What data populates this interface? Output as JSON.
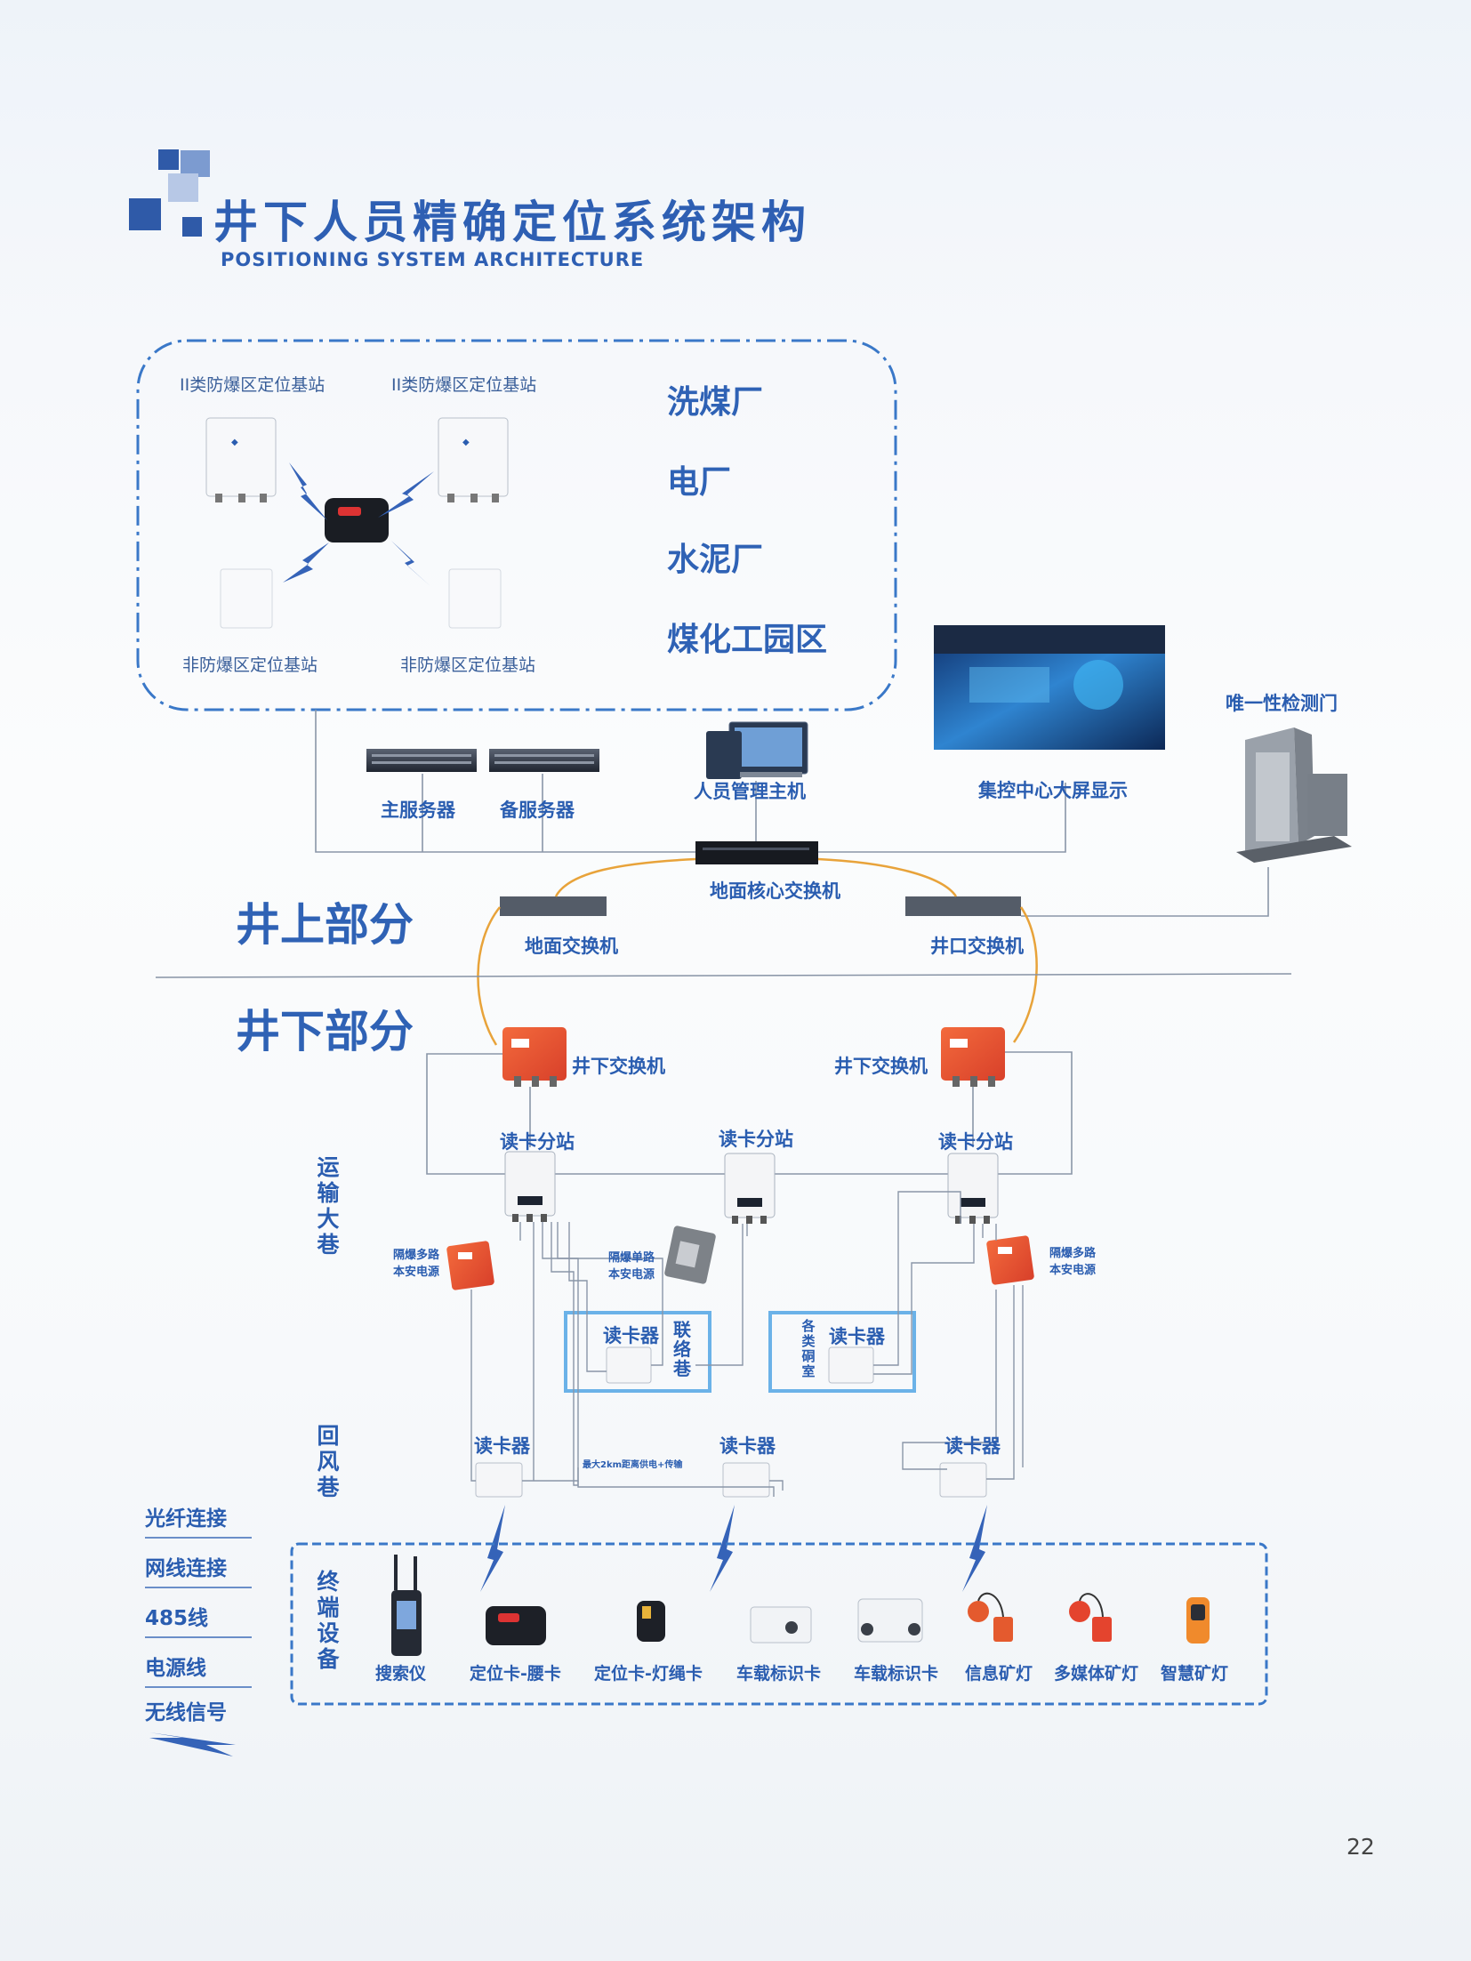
{
  "header": {
    "title": "井下人员精确定位系统架构",
    "subtitle": "POSITIONING SYSTEM ARCHITECTURE"
  },
  "surface_zone": {
    "stations": {
      "ex2_left": "II类防爆区定位基站",
      "ex2_right": "II类防爆区定位基站",
      "nonex_left": "非防爆区定位基站",
      "nonex_right": "非防爆区定位基站"
    },
    "applications": [
      "洗煤厂",
      "电厂",
      "水泥厂",
      "煤化工园区"
    ]
  },
  "above_ground": {
    "section_label": "井上部分",
    "main_server": "主服务器",
    "backup_server": "备服务器",
    "mgmt_host": "人员管理主机",
    "big_screen": "集控中心大屏显示",
    "detect_gate": "唯一性检测门",
    "core_switch": "地面核心交换机",
    "ground_switch": "地面交换机",
    "shaft_switch": "井口交换机"
  },
  "underground": {
    "section_label": "井下部分",
    "switch_left": "井下交换机",
    "switch_right": "井下交换机",
    "substation_1": "读卡分站",
    "substation_2": "读卡分站",
    "substation_3": "读卡分站",
    "transport_lane": "运输大巷",
    "return_lane": "回风巷",
    "psu_left": "隔爆多路本安电源",
    "psu_mid": "隔爆单路本安电源",
    "psu_right": "隔爆多路本安电源",
    "reader_liaison": "读卡器",
    "liaison_lane": "联络巷",
    "reader_chamber": "读卡器",
    "chamber": "各类硐室",
    "reader_1": "读卡器",
    "reader_2": "读卡器",
    "reader_3": "读卡器",
    "max_note": "最大2km距离供电+传输"
  },
  "terminals": {
    "label": "终端设备",
    "items": [
      "搜索仪",
      "定位卡-腰卡",
      "定位卡-灯绳卡",
      "车载标识卡",
      "车载标识卡",
      "信息矿灯",
      "多媒体矿灯",
      "智慧矿灯"
    ]
  },
  "legend": {
    "fiber": "光纤连接",
    "ethernet": "网线连接",
    "rs485": "485线",
    "power": "电源线",
    "wireless": "无线信号"
  },
  "page_number": "22",
  "colors": {
    "primary": "#2a5db0",
    "accent_orange": "#e8a33a",
    "dash_blue": "#3a78c8",
    "device_red": "#e2463a",
    "line_gray": "#8a96a8"
  }
}
